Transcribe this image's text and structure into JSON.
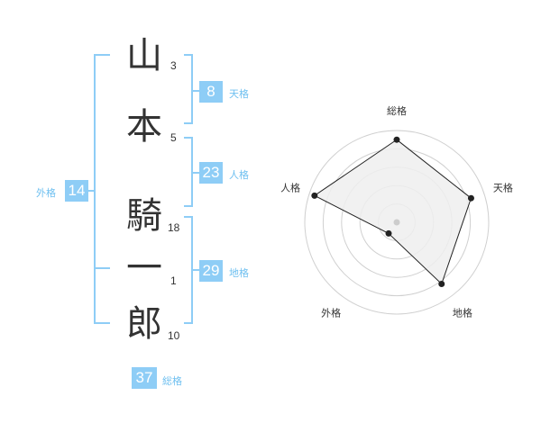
{
  "name": {
    "chars": [
      {
        "char": "山",
        "strokes": "3"
      },
      {
        "char": "本",
        "strokes": "5"
      },
      {
        "char": "騎",
        "strokes": "18"
      },
      {
        "char": "一",
        "strokes": "1"
      },
      {
        "char": "郎",
        "strokes": "10"
      }
    ]
  },
  "kaku": {
    "tenkaku": {
      "value": "8",
      "label": "天格"
    },
    "jinkaku": {
      "value": "23",
      "label": "人格"
    },
    "chikaku": {
      "value": "29",
      "label": "地格"
    },
    "gaikaku": {
      "value": "14",
      "label": "外格"
    },
    "soukaku": {
      "value": "37",
      "label": "総格"
    }
  },
  "chart_data": {
    "type": "radar",
    "axes": [
      "総格",
      "天格",
      "地格",
      "外格",
      "人格"
    ],
    "values": [
      0.9,
      0.85,
      0.83,
      0.15,
      0.94
    ],
    "scale_max": 1,
    "rings": 5,
    "colors": {
      "fill": "#efefef",
      "stroke": "#222222",
      "grid": "#d0d0d0",
      "center": "#cccccc"
    }
  },
  "colors": {
    "accent": "#8ecdf6",
    "label": "#6fc0f0",
    "text": "#333333"
  }
}
